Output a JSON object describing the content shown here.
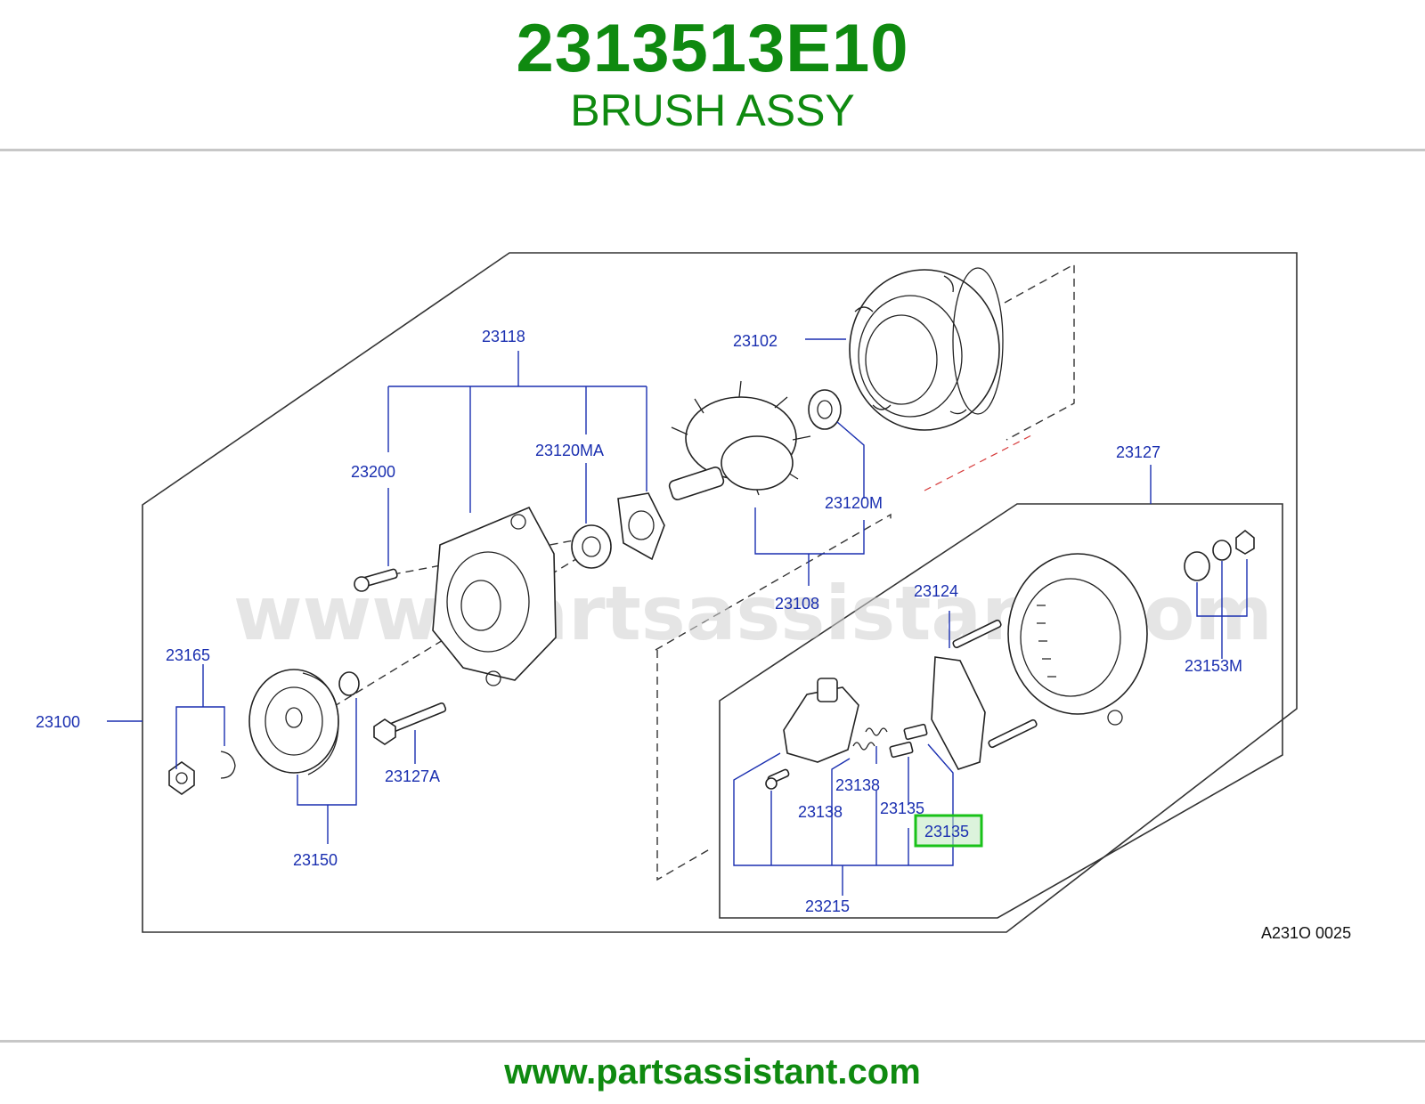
{
  "header": {
    "part_number": "2313513E10",
    "part_name": "BRUSH ASSY"
  },
  "footer": {
    "url": "www.partsassistant.com"
  },
  "diagram": {
    "watermark": "www.partsassistant.com",
    "figure_code": "A231O  0025",
    "highlight_color": "#19c219",
    "callouts": {
      "c23118": "23118",
      "c23102": "23102",
      "c23200": "23200",
      "c23120MA": "23120MA",
      "c23120M": "23120M",
      "c23127": "23127",
      "c23108": "23108",
      "c23124": "23124",
      "c23165": "23165",
      "c23153M": "23153M",
      "c23100": "23100",
      "c23127A": "23127A",
      "c23138a": "23138",
      "c23138b": "23138",
      "c23135a": "23135",
      "c23135b": "23135",
      "c23150": "23150",
      "c23215": "23215"
    }
  }
}
